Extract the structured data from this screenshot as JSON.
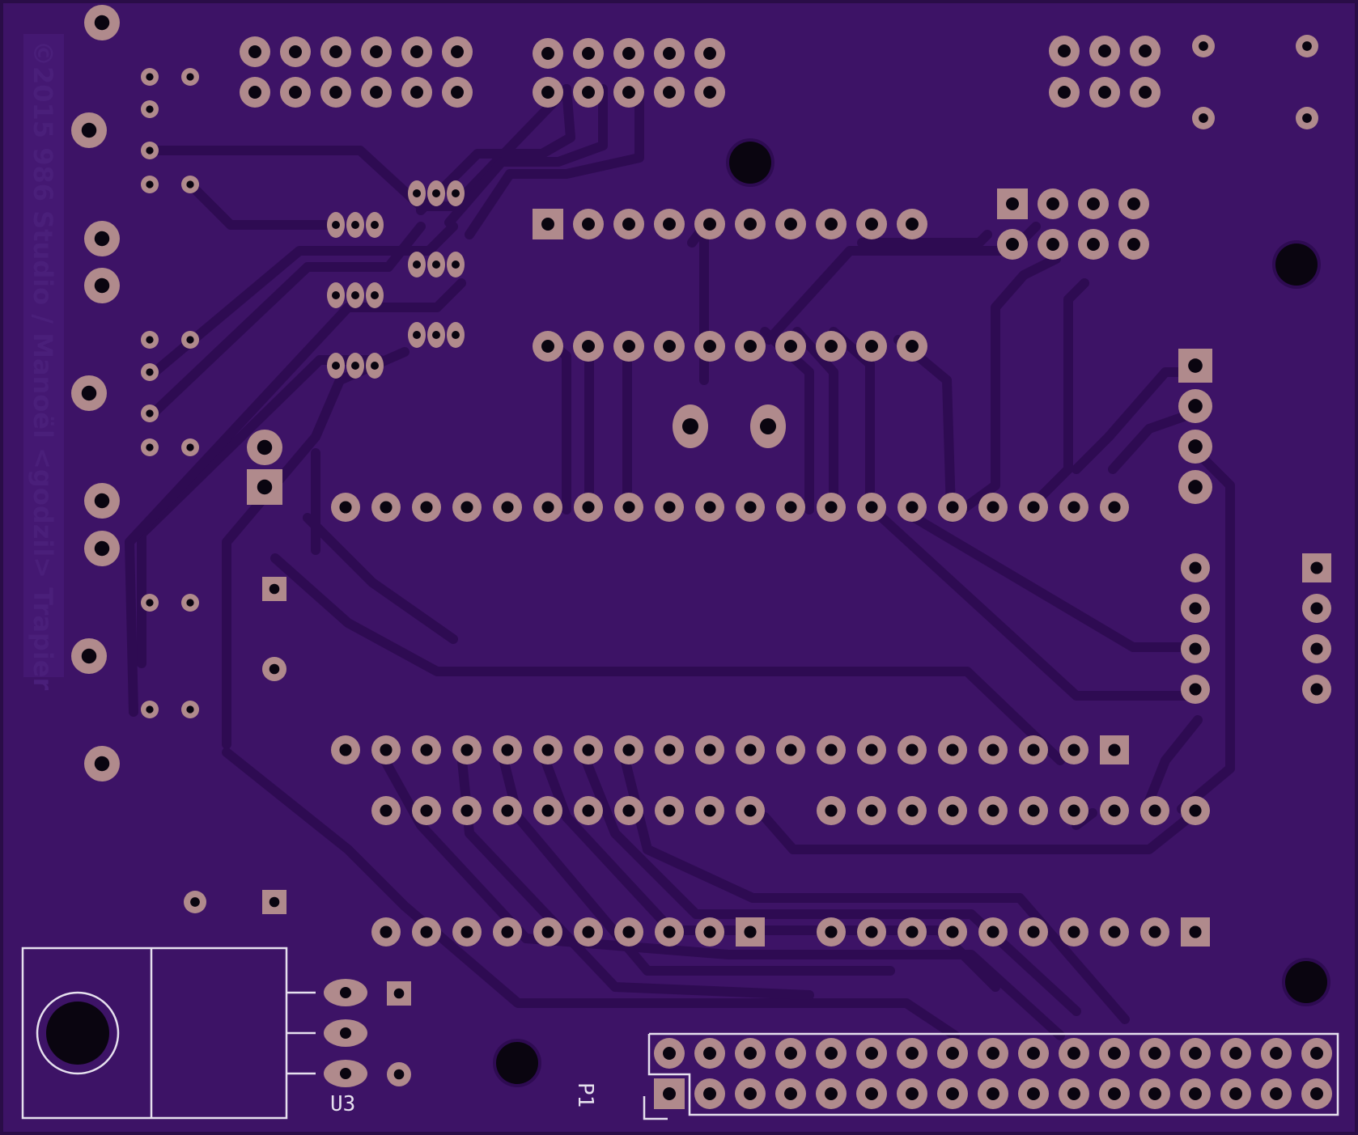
{
  "board": {
    "copyright": "©2015 986 Studio / Manoël <godzil> Trapier",
    "colors": {
      "board": "#3d1366",
      "trace": "#2e0b52",
      "copper_pad": "#b08a8c",
      "hole": "#0a0510",
      "silkscreen": "#e6e0ee"
    }
  },
  "labels": {
    "u3": "U3",
    "p1": "P1"
  }
}
